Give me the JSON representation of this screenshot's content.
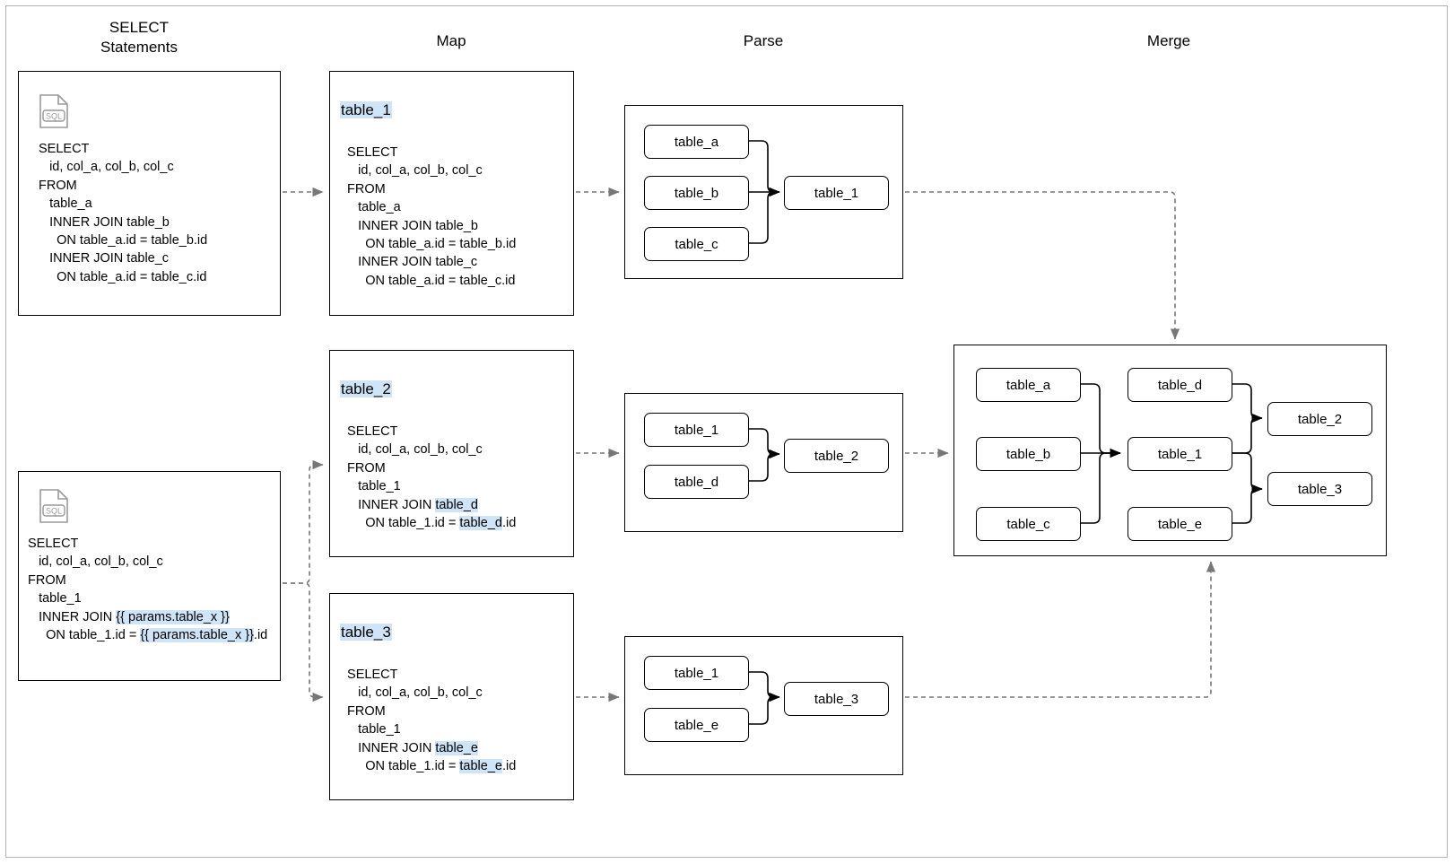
{
  "columns": {
    "select": "SELECT\nStatements",
    "map": "Map",
    "parse": "Parse",
    "merge": "Merge"
  },
  "icons": {
    "sql_file": "sql-file-icon",
    "sql_label": "SQL"
  },
  "colors": {
    "highlight": "#cfe4f7",
    "stroke": "#000000",
    "dashed": "#808080",
    "frame": "#b3b3b3"
  },
  "select_statements": [
    {
      "id": "stmt-1",
      "lines": [
        [
          {
            "t": "SELECT"
          }
        ],
        [
          {
            "t": "   id, col_a, col_b, col_c"
          }
        ],
        [
          {
            "t": "FROM"
          }
        ],
        [
          {
            "t": "   table_a"
          }
        ],
        [
          {
            "t": "   INNER JOIN table_b"
          }
        ],
        [
          {
            "t": "     ON table_a.id = table_b.id"
          }
        ],
        [
          {
            "t": "   INNER JOIN table_c"
          }
        ],
        [
          {
            "t": "     ON table_a.id = table_c.id"
          }
        ]
      ]
    },
    {
      "id": "stmt-2",
      "lines": [
        [
          {
            "t": "SELECT"
          }
        ],
        [
          {
            "t": "   id, col_a, col_b, col_c"
          }
        ],
        [
          {
            "t": "FROM"
          }
        ],
        [
          {
            "t": "   table_1"
          }
        ],
        [
          {
            "t": "   INNER JOIN "
          },
          {
            "t": "{{ params.table_x }}",
            "h": true
          }
        ],
        [
          {
            "t": "     ON table_1.id = "
          },
          {
            "t": "{{ params.table_x }}",
            "h": true
          },
          {
            "t": ".id"
          }
        ]
      ]
    }
  ],
  "map_panels": [
    {
      "id": "map-table-1",
      "title": "table_1",
      "lines": [
        [
          {
            "t": "  SELECT"
          }
        ],
        [
          {
            "t": "     id, col_a, col_b, col_c"
          }
        ],
        [
          {
            "t": "  FROM"
          }
        ],
        [
          {
            "t": "     table_a"
          }
        ],
        [
          {
            "t": "     INNER JOIN table_b"
          }
        ],
        [
          {
            "t": "       ON table_a.id = table_b.id"
          }
        ],
        [
          {
            "t": "     INNER JOIN table_c"
          }
        ],
        [
          {
            "t": "       ON table_a.id = table_c.id"
          }
        ]
      ]
    },
    {
      "id": "map-table-2",
      "title": "table_2",
      "lines": [
        [
          {
            "t": "  SELECT"
          }
        ],
        [
          {
            "t": "     id, col_a, col_b, col_c"
          }
        ],
        [
          {
            "t": "  FROM"
          }
        ],
        [
          {
            "t": "     table_1"
          }
        ],
        [
          {
            "t": "     INNER JOIN "
          },
          {
            "t": "table_d",
            "h": true
          }
        ],
        [
          {
            "t": "       ON table_1.id = "
          },
          {
            "t": "table_d",
            "h": true
          },
          {
            "t": ".id"
          }
        ]
      ]
    },
    {
      "id": "map-table-3",
      "title": "table_3",
      "lines": [
        [
          {
            "t": "  SELECT"
          }
        ],
        [
          {
            "t": "     id, col_a, col_b, col_c"
          }
        ],
        [
          {
            "t": "  FROM"
          }
        ],
        [
          {
            "t": "     table_1"
          }
        ],
        [
          {
            "t": "     INNER JOIN "
          },
          {
            "t": "table_e",
            "h": true
          }
        ],
        [
          {
            "t": "       ON table_1.id = "
          },
          {
            "t": "table_e",
            "h": true
          },
          {
            "t": ".id"
          }
        ]
      ]
    }
  ],
  "parse_panels": [
    {
      "id": "parse-1",
      "inputs": [
        "table_a",
        "table_b",
        "table_c"
      ],
      "output": "table_1"
    },
    {
      "id": "parse-2",
      "inputs": [
        "table_1",
        "table_d"
      ],
      "output": "table_2"
    },
    {
      "id": "parse-3",
      "inputs": [
        "table_1",
        "table_e"
      ],
      "output": "table_3"
    }
  ],
  "merge": {
    "col1": [
      "table_a",
      "table_b",
      "table_c"
    ],
    "col2": [
      "table_d",
      "table_1",
      "table_e"
    ],
    "col3": [
      "table_2",
      "table_3"
    ]
  }
}
